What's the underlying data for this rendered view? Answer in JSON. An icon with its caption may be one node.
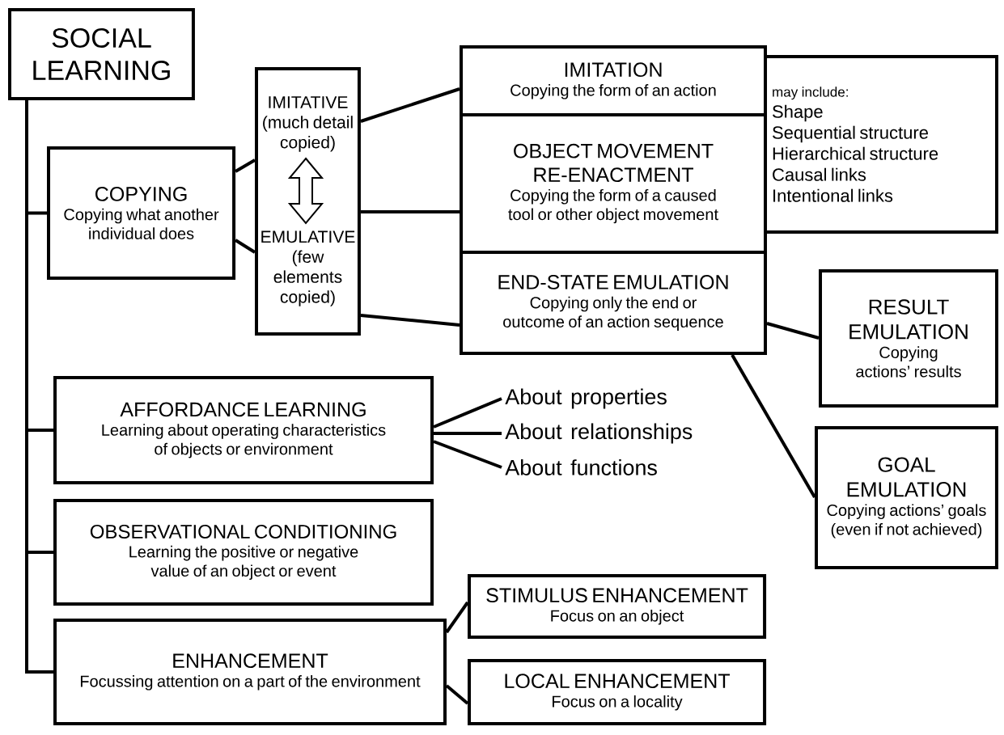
{
  "diagram": {
    "nodes": [
      {
        "text": [
          "SOCIAL LEARNING"
        ]
      },
      {
        "text": [
          "COPYING",
          "Copying what another individual does"
        ]
      },
      {
        "text": [
          "IMITATIVE",
          "(much detail copied)",
          "EMULATIVE",
          "(few elements copied)"
        ]
      },
      {
        "text": [
          "IMITATION",
          "Copying the form of an action"
        ]
      },
      {
        "text": [
          "OBJECT MOVEMENT RE-ENACTMENT",
          "Copying the form of a caused tool or other object movement"
        ]
      },
      {
        "text": [
          "END-STATE EMULATION",
          "Copying only the end or outcome of an action sequence"
        ]
      },
      {
        "text": [
          "may include:",
          "Shape",
          "Sequential structure",
          "Hierarchical structure",
          "Causal links",
          "Intentional links"
        ]
      },
      {
        "text": [
          "RESULT EMULATION",
          "Copying actions’ results"
        ]
      },
      {
        "text": [
          "GOAL EMULATION",
          "Copying actions’ goals (even if not achieved)"
        ]
      },
      {
        "text": [
          "AFFORDANCE LEARNING",
          "Learning about operating characteristics of objects or environment"
        ]
      },
      {
        "text": [
          "About properties"
        ]
      },
      {
        "text": [
          "About relationships"
        ]
      },
      {
        "text": [
          "About functions"
        ]
      },
      {
        "text": [
          "OBSERVATIONAL CONDITIONING",
          "Learning the positive or negative value of an object or event"
        ]
      },
      {
        "text": [
          "ENHANCEMENT",
          "Focussing attention on a part of the environment"
        ]
      },
      {
        "text": [
          "STIMULUS ENHANCEMENT",
          "Focus on an object"
        ]
      },
      {
        "text": [
          "LOCAL ENHANCEMENT",
          "Focus on a locality"
        ]
      }
    ],
    "edges": [
      {
        "from": 0,
        "to": 1,
        "arrow": "none"
      },
      {
        "from": 0,
        "to": 9,
        "arrow": "none"
      },
      {
        "from": 0,
        "to": 13,
        "arrow": "none"
      },
      {
        "from": 0,
        "to": 14,
        "arrow": "none"
      },
      {
        "from": 1,
        "to": 2,
        "arrow": "none"
      },
      {
        "from": 1,
        "to": 2,
        "arrow": "none"
      },
      {
        "from": 2,
        "to": 3,
        "arrow": "none"
      },
      {
        "from": 2,
        "to": 4,
        "arrow": "none"
      },
      {
        "from": 2,
        "to": 5,
        "arrow": "none"
      },
      {
        "from": 5,
        "to": 7,
        "arrow": "none"
      },
      {
        "from": 5,
        "to": 8,
        "arrow": "none"
      },
      {
        "from": 9,
        "to": 10,
        "arrow": "none"
      },
      {
        "from": 9,
        "to": 11,
        "arrow": "none"
      },
      {
        "from": 9,
        "to": 12,
        "arrow": "none"
      },
      {
        "from": 14,
        "to": 15,
        "arrow": "none"
      },
      {
        "from": 14,
        "to": 16,
        "arrow": "none"
      }
    ]
  }
}
